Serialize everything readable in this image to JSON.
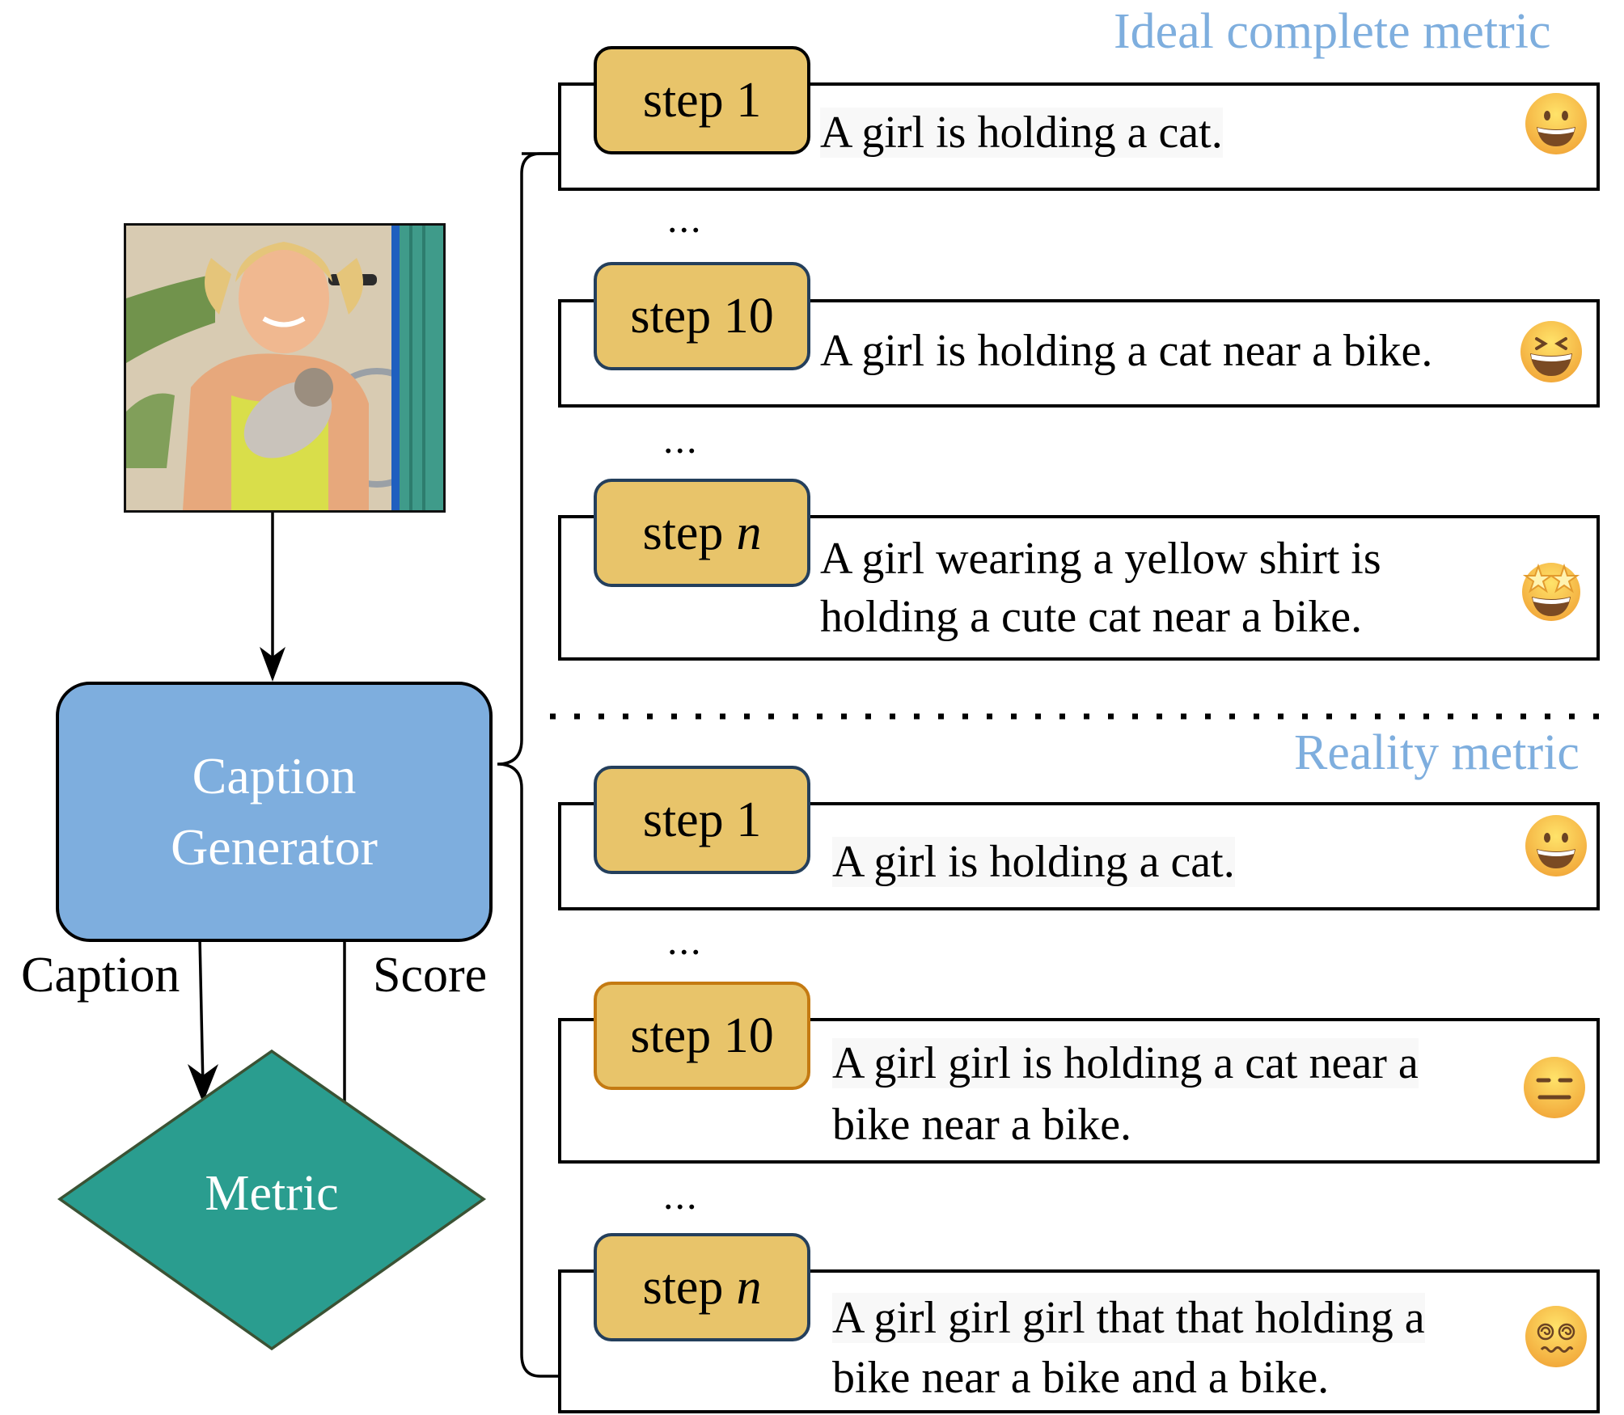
{
  "image": {
    "alt": "Girl in a yellow top holding a kitten next to a bicycle"
  },
  "generator": {
    "line1": "Caption",
    "line2": "Generator",
    "fill": "#7EAEDE"
  },
  "metric": {
    "label": "Metric",
    "fill": "#2A9D8F"
  },
  "flow": {
    "caption_label": "Caption",
    "score_label": "Score"
  },
  "ideal": {
    "title": "Ideal complete metric",
    "rows": [
      {
        "step_prefix": "step",
        "step_num": "1",
        "caption_line1": "A girl is holding a cat.",
        "caption_line2": "",
        "emoji": "grinning-face",
        "emoji_char": "😀"
      },
      {
        "step_prefix": "step",
        "step_num": "10",
        "caption_line1": "A girl is holding a cat near a bike.",
        "caption_line2": "",
        "emoji": "grinning-squinting-face",
        "emoji_char": "😆"
      },
      {
        "step_prefix": "step",
        "step_num": "n",
        "caption_line1": "A girl wearing a yellow shirt is",
        "caption_line2": "holding a cute cat near a bike.",
        "emoji": "star-struck-face",
        "emoji_char": "🤩"
      }
    ]
  },
  "reality": {
    "title": "Reality metric",
    "rows": [
      {
        "step_prefix": "step",
        "step_num": "1",
        "caption_line1": "A girl is holding a cat.",
        "caption_line2": "",
        "emoji": "grinning-face",
        "emoji_char": "😀"
      },
      {
        "step_prefix": "step",
        "step_num": "10",
        "caption_line1": "A girl girl is holding a cat near a",
        "caption_line2": "bike near a bike.",
        "emoji": "expressionless-face",
        "emoji_char": "😑"
      },
      {
        "step_prefix": "step",
        "step_num": "n",
        "caption_line1": "A girl girl girl that that holding a",
        "caption_line2": "bike near a bike and a bike.",
        "emoji": "dizzy-face",
        "emoji_char": "😵‍💫"
      }
    ]
  },
  "ellipsis": "..."
}
